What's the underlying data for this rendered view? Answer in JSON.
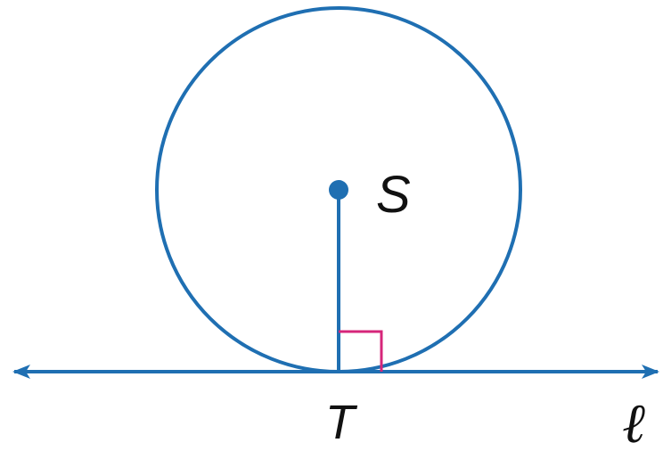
{
  "labels": {
    "center": "S",
    "tangent_point": "T",
    "line": "ℓ"
  },
  "colors": {
    "stroke": "#1f6fb2",
    "right_angle_marker": "#d6267a",
    "text": "#111111",
    "background": "#ffffff"
  }
}
